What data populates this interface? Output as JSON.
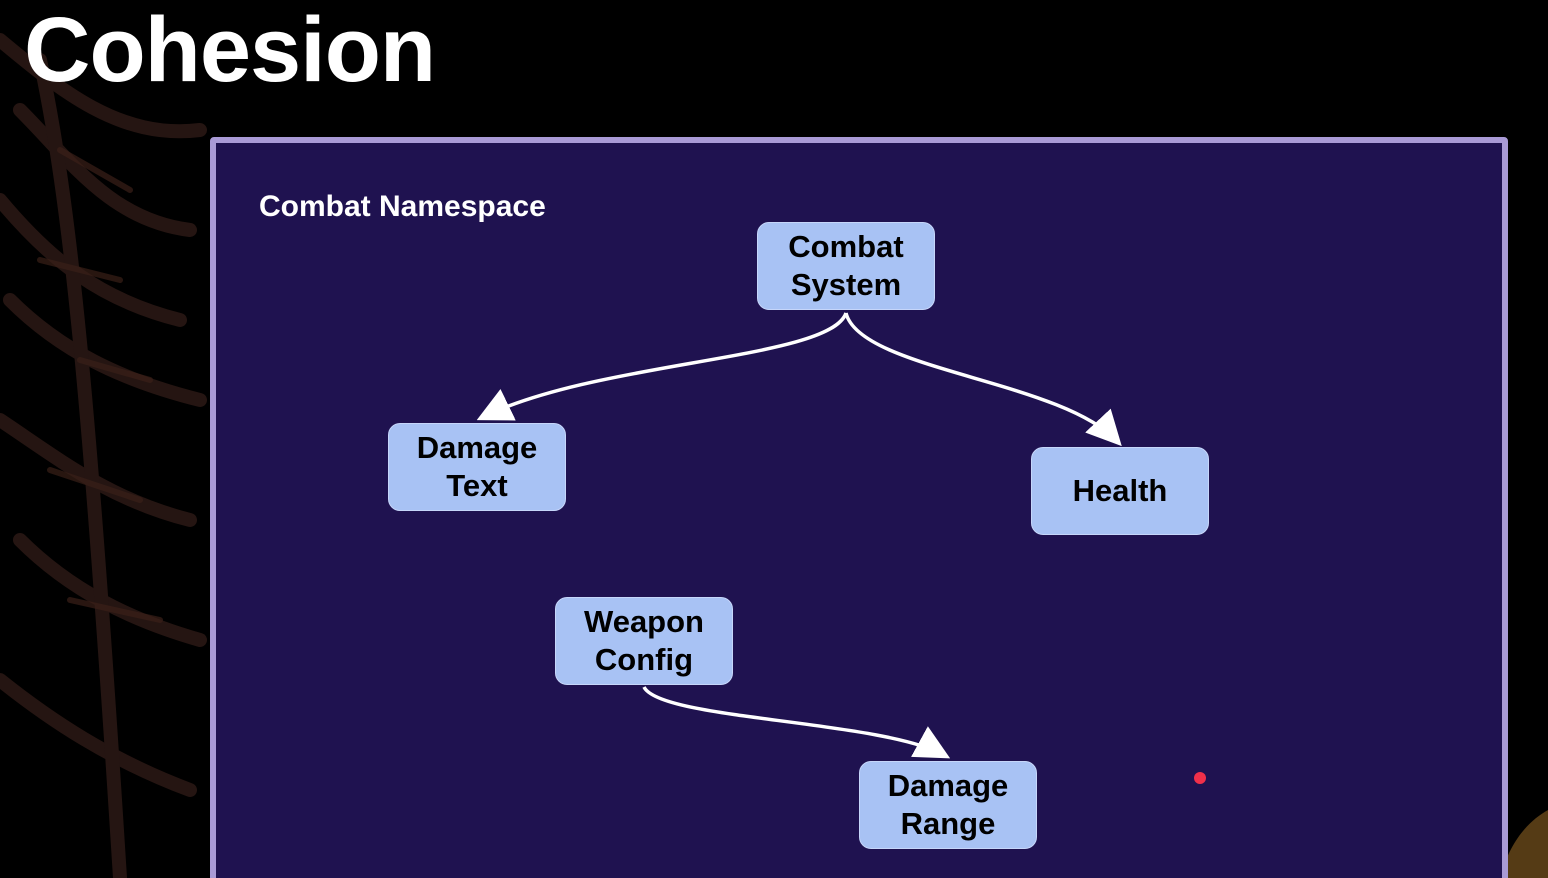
{
  "slide": {
    "title": "Cohesion"
  },
  "diagram": {
    "namespace_label": "Combat Namespace",
    "nodes": {
      "combat_system": "Combat\nSystem",
      "damage_text": "Damage\nText",
      "health": "Health",
      "weapon_config": "Weapon\nConfig",
      "damage_range": "Damage\nRange"
    },
    "edges": [
      {
        "from": "combat_system",
        "to": "damage_text"
      },
      {
        "from": "combat_system",
        "to": "health"
      },
      {
        "from": "weapon_config",
        "to": "damage_range"
      }
    ]
  },
  "colors": {
    "background": "#000000",
    "namespace_fill": "#1f1250",
    "namespace_border": "#a99ad6",
    "node_fill": "#a8c2f4",
    "edge": "#ffffff",
    "laser_pointer": "#f0304a"
  }
}
